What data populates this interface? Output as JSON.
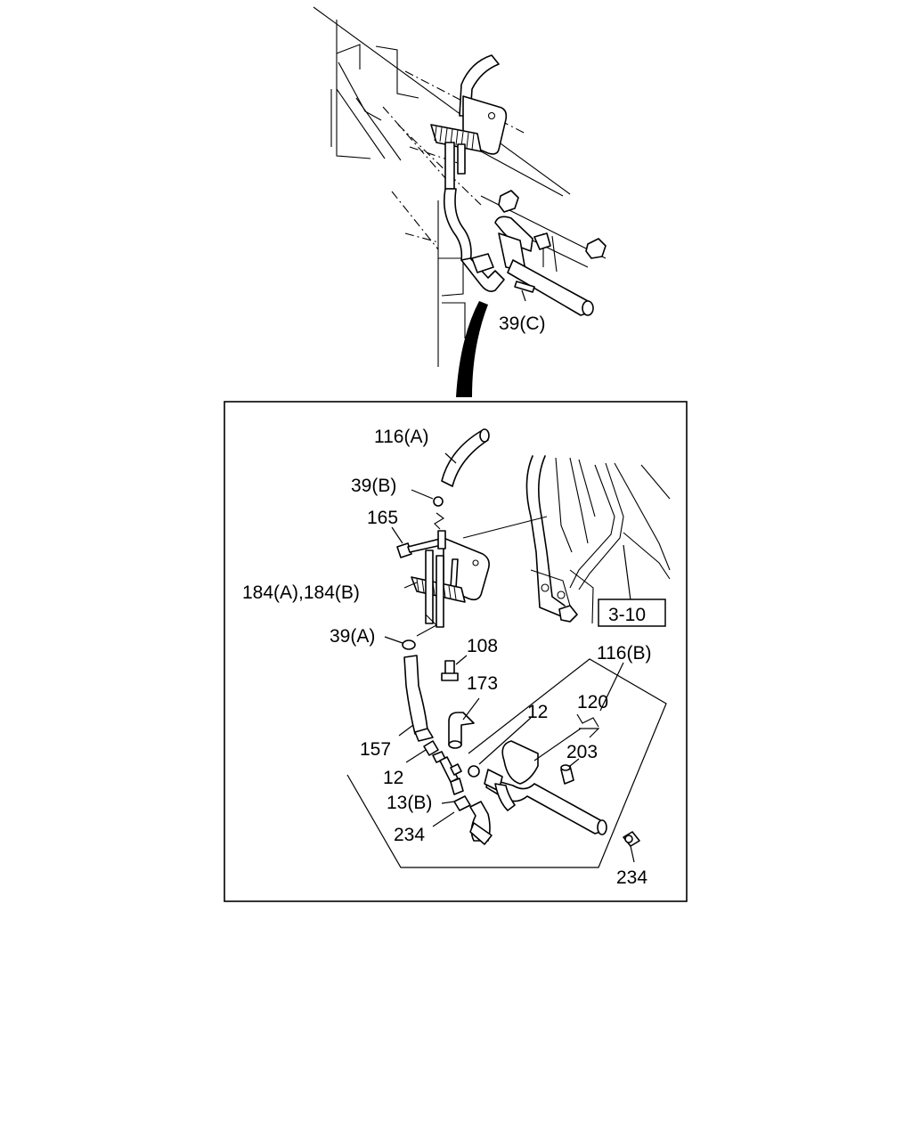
{
  "labels": {
    "upper_39c": "39(C)",
    "l116a": "116(A)",
    "l39b": "39(B)",
    "l165": "165",
    "l184": "184(A),184(B)",
    "l39a": "39(A)",
    "l108": "108",
    "l116b": "116(B)",
    "l173": "173",
    "l120": "120",
    "l12a": "12",
    "l203": "203",
    "l157": "157",
    "l12b": "12",
    "l13b": "13(B)",
    "l234a": "234",
    "l234b": "234",
    "ref": "3-10"
  }
}
